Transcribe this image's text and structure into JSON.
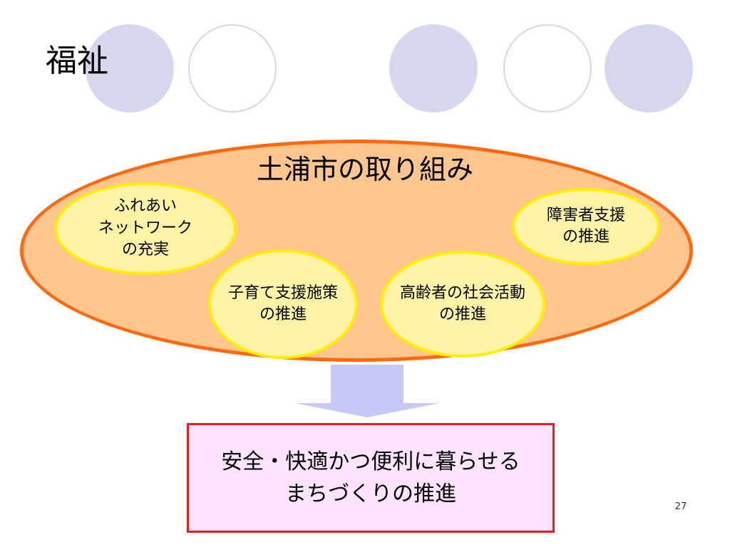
{
  "slide": {
    "title": "福祉",
    "page_number": "27"
  },
  "diagram": {
    "main_label": "土浦市の取り組み",
    "initiatives": [
      {
        "label": "ふれあい\nネットワーク\nの充実"
      },
      {
        "label": "子育て支援施策\nの推進"
      },
      {
        "label": "高齢者の社会活動\nの推進"
      },
      {
        "label": "障害者支援\nの推進"
      }
    ],
    "result": {
      "label": "安全・快適かつ便利に暮らせる\nまちづくりの推進"
    }
  },
  "colors": {
    "decor_circle": "#d6d6ee",
    "ellipse_fill": "#fcc68e",
    "ellipse_border": "#ff6a10",
    "bubble_fill": "#fff3a6",
    "bubble_border": "#ffee00",
    "arrow": "#c8c8f8",
    "result_fill": "#ffe4ff",
    "result_border": "#ee1b22"
  }
}
